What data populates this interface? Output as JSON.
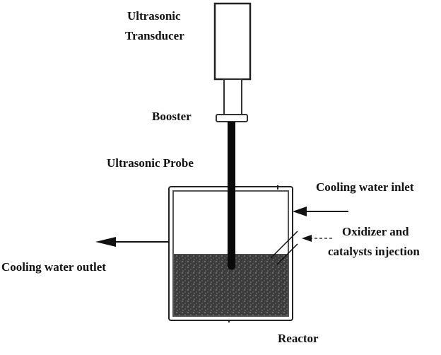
{
  "title": "Ultrasonic reactor setup",
  "labels": {
    "transducer_line1": "Ultrasonic",
    "transducer_line2": "Transducer",
    "booster": "Booster",
    "probe": "Ultrasonic Probe",
    "cooling_inlet": "Cooling water inlet",
    "oxidizer_line1": "Oxidizer and",
    "oxidizer_line2": "catalysts injection",
    "cooling_outlet": "Cooling water outlet",
    "reactor": "Reactor"
  },
  "colors": {
    "stroke": "#111111",
    "liquid": "#3a3a3a",
    "liquid_speckle": "#6a6a6a",
    "background": "#ffffff"
  }
}
